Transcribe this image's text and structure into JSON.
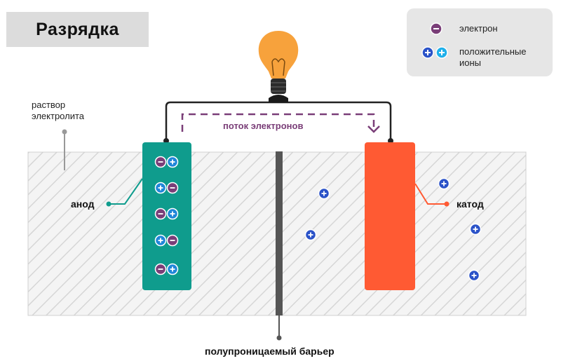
{
  "title": "Разрядка",
  "legend": {
    "electron": "электрон",
    "positive_ions": "положительные ионы",
    "electron_symbol": "−",
    "ion_symbol": "+"
  },
  "labels": {
    "electrolyte": "раствор электролита",
    "electron_flow": "поток электронов",
    "anode": "анод",
    "cathode": "катод",
    "barrier": "полупроницаемый барьер"
  },
  "colors": {
    "anode": "#0f9c8d",
    "cathode": "#ff5a33",
    "electron": "#7a3e78",
    "ion": "#1f86d9",
    "free_ion": "#2a52c8",
    "barrier": "#555555",
    "wire": "#222222",
    "bulb": "#f7a23c",
    "legend_bg": "#e6e6e6",
    "title_bg": "#dcdcdc"
  },
  "icons": [
    "light-bulb-icon",
    "electron-icon",
    "positive-ion-icon"
  ]
}
